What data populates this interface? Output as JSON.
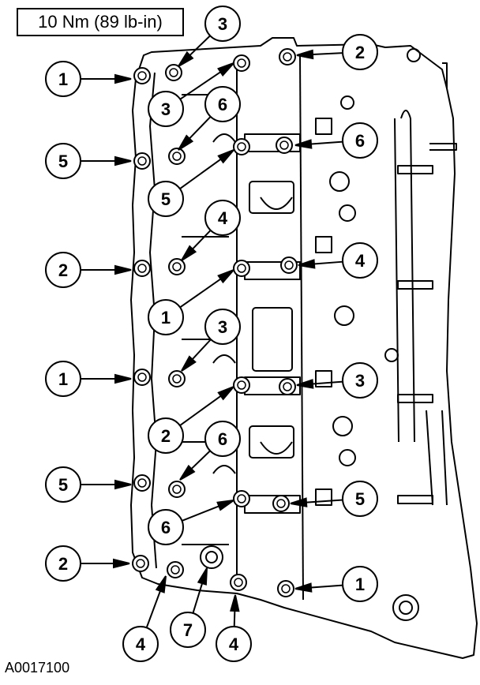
{
  "torque_spec": "10 Nm (89 lb-in)",
  "figure_id": "A0017100",
  "callouts": [
    {
      "num": "3"
    },
    {
      "num": "2"
    },
    {
      "num": "1"
    },
    {
      "num": "3"
    },
    {
      "num": "6"
    },
    {
      "num": "5"
    },
    {
      "num": "6"
    },
    {
      "num": "5"
    },
    {
      "num": "4"
    },
    {
      "num": "2"
    },
    {
      "num": "4"
    },
    {
      "num": "1"
    },
    {
      "num": "3"
    },
    {
      "num": "1"
    },
    {
      "num": "3"
    },
    {
      "num": "2"
    },
    {
      "num": "6"
    },
    {
      "num": "5"
    },
    {
      "num": "5"
    },
    {
      "num": "6"
    },
    {
      "num": "2"
    },
    {
      "num": "1"
    },
    {
      "num": "4"
    },
    {
      "num": "7"
    },
    {
      "num": "4"
    }
  ],
  "colors": {
    "ink": "#000000",
    "paper": "#ffffff"
  }
}
